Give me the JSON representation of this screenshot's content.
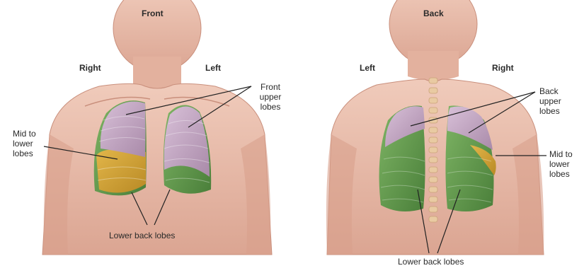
{
  "front": {
    "title": "Front",
    "side_left": "Right",
    "side_right": "Left",
    "upper_label_1": "Front",
    "upper_label_2": "upper",
    "upper_label_3": "lobes",
    "mid_label_1": "Mid to",
    "mid_label_2": "lower",
    "mid_label_3": "lobes",
    "lower_label": "Lower back lobes"
  },
  "back": {
    "title": "Back",
    "side_left": "Left",
    "side_right": "Right",
    "upper_label_1": "Back",
    "upper_label_2": "upper",
    "upper_label_3": "lobes",
    "mid_label_1": "Mid to",
    "mid_label_2": "lower",
    "mid_label_3": "lobes",
    "lower_label": "Lower back lobes"
  },
  "colors": {
    "skin": "#e6b8a6",
    "skin_shadow": "#c98f7c",
    "upper_lobe": "#c8aac8",
    "mid_lobe": "#d2a437",
    "lower_lobe": "#5f9a4a",
    "leader_line": "#222222"
  }
}
